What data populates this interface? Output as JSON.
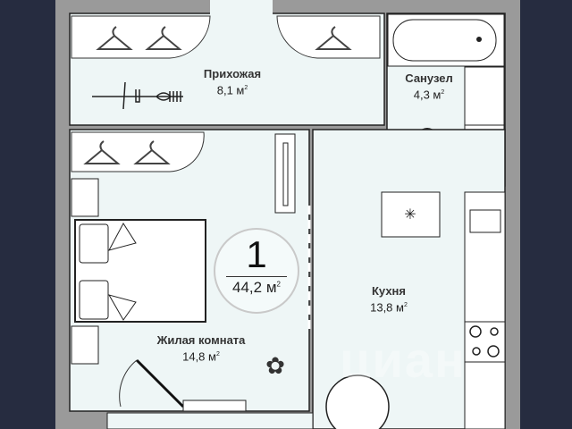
{
  "plan": {
    "rooms_count": "1",
    "total_area": "44,2 м",
    "area_unit_exp": "2",
    "watermark": "циан"
  },
  "rooms": [
    {
      "name": "Прихожая",
      "area": "8,1 м"
    },
    {
      "name": "Санузел",
      "area": "4,3 м"
    },
    {
      "name": "Кухня",
      "area": "13,8 м"
    },
    {
      "name": "Жилая комната",
      "area": "14,8 м"
    }
  ],
  "colors": {
    "background": "#262c40",
    "wall": "#9a9a9a",
    "floor": "#eef6f6",
    "furniture": "#ffffff"
  }
}
